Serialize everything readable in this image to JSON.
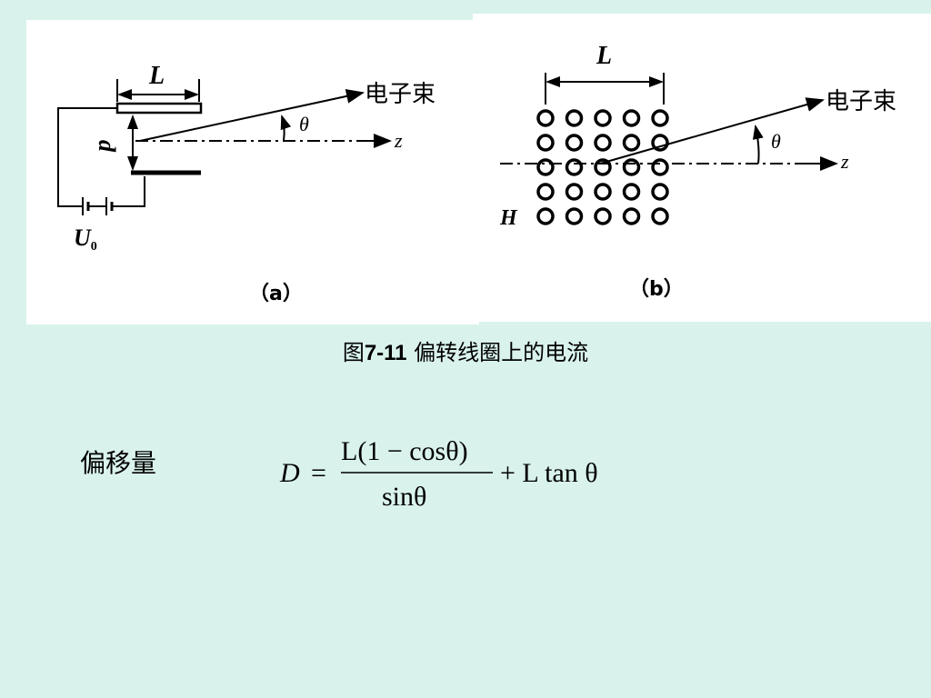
{
  "figure_a": {
    "label_length": "L",
    "label_gap": "d",
    "label_voltage": "U",
    "label_voltage_sub": "0",
    "label_beam": "电子束",
    "label_angle": "θ",
    "label_axis": "z",
    "sub_caption": "（a）"
  },
  "figure_b": {
    "label_length": "L",
    "label_field": "H",
    "label_beam": "电子束",
    "label_angle": "θ",
    "label_axis": "z",
    "sub_caption": "（b）"
  },
  "caption": {
    "prefix": "图",
    "number": "7-11",
    "text": " 偏转线圈上的电流"
  },
  "offset_label": "偏移量",
  "formula": {
    "lhs": "D",
    "equals": "=",
    "numerator": "L(1 − cosθ)",
    "denominator": "sinθ",
    "plus_term": "+ L tan θ"
  },
  "colors": {
    "background": "#d9f2ec",
    "panel": "#ffffff",
    "ink": "#000000"
  }
}
